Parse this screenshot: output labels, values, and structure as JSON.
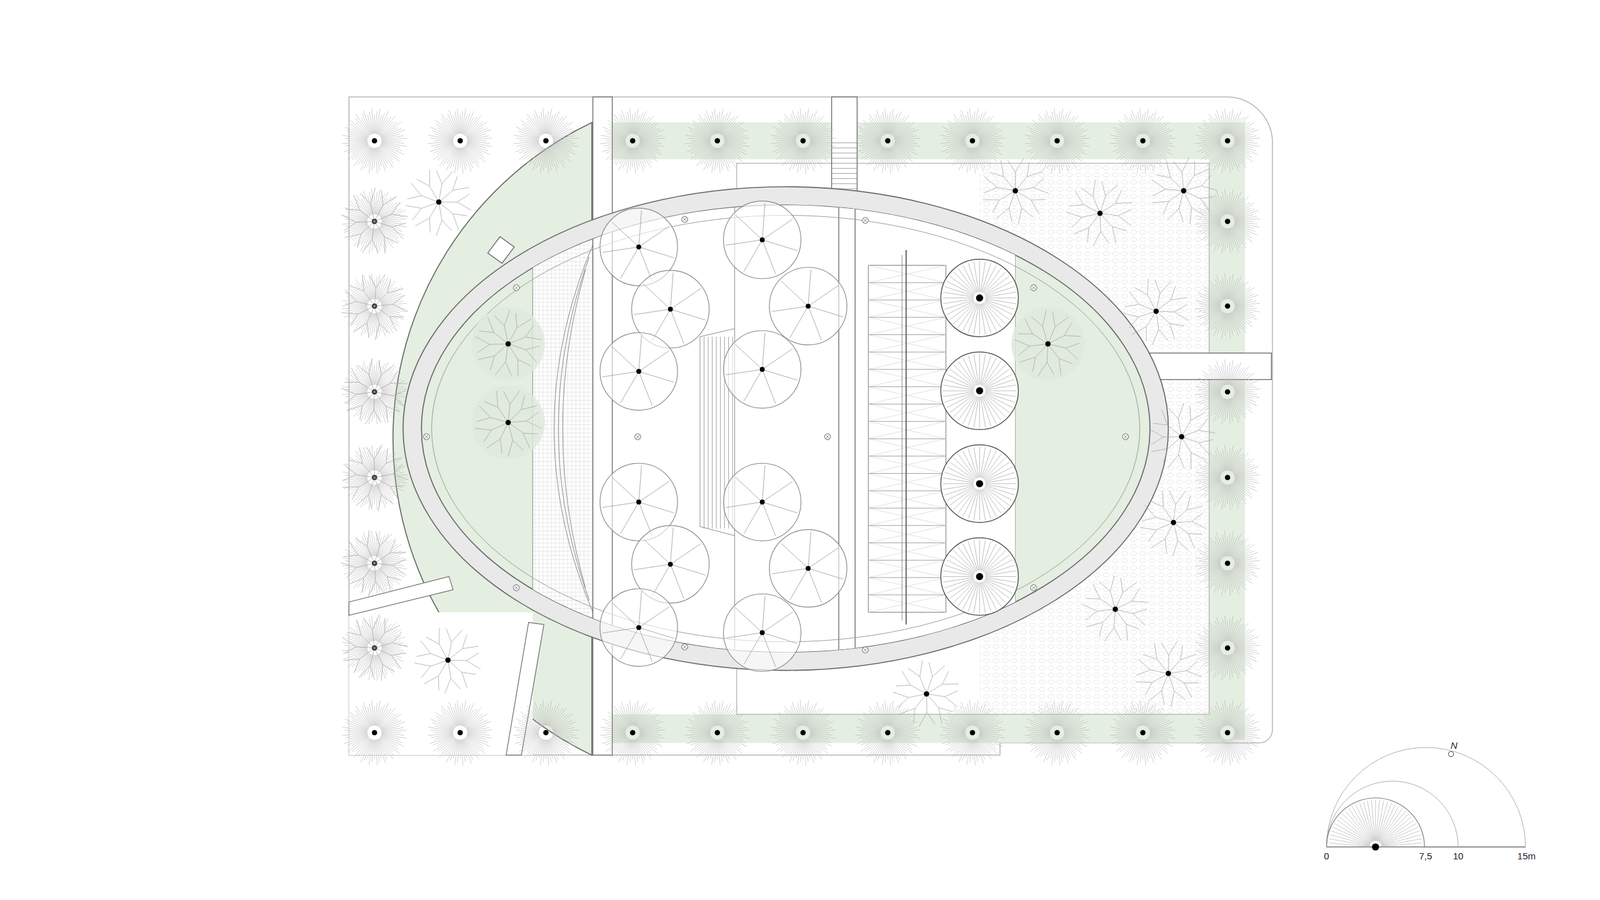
{
  "diagram": {
    "labels": [
      "N",
      "0",
      "7,5",
      "10",
      "15m"
    ]
  }
}
